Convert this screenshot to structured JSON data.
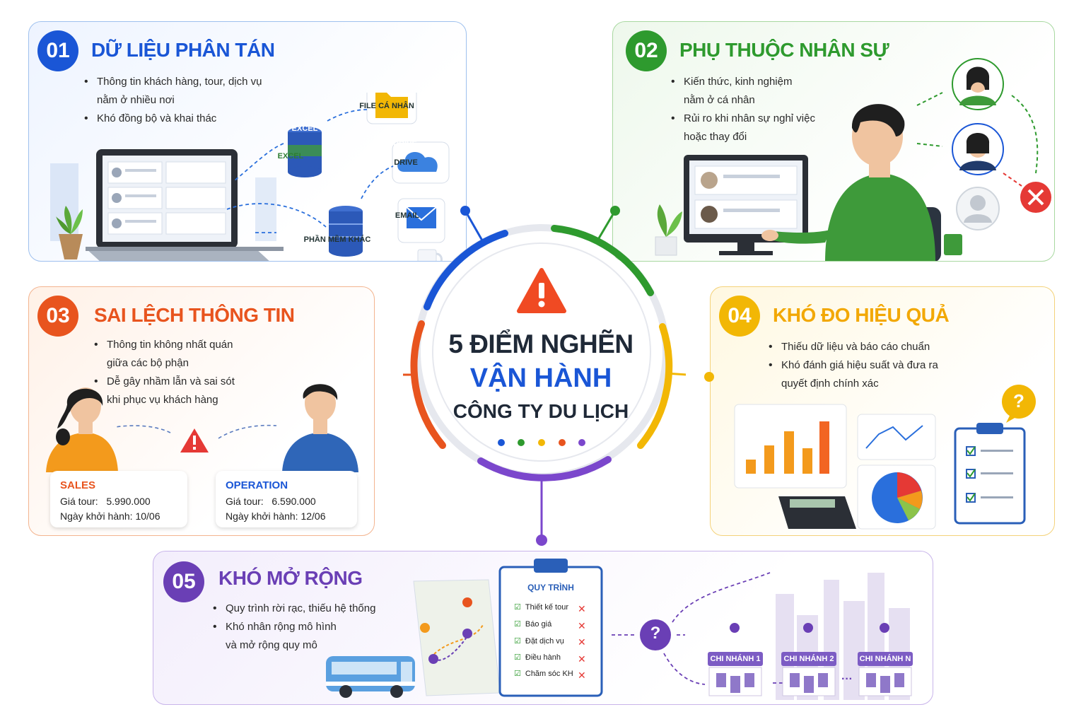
{
  "center": {
    "line1": "5 ĐIỂM NGHẼN",
    "line2": "VẬN HÀNH",
    "line3": "CÔNG TY DU LỊCH"
  },
  "panels": [
    {
      "number": "01",
      "title": "DỮ LIỆU PHÂN TÁN",
      "color": "#1a56d6",
      "bullets": [
        "Thông tin khách hàng, tour, dịch vụ",
        "nằm ở nhiều nơi",
        "Khó đồng bộ và khai thác"
      ],
      "sources": {
        "excel": "EXCEL",
        "excel_caption": "EXCEL",
        "file": "FILE CÁ NHÂN",
        "drive": "DRIVE",
        "drive_caption": "DRIVE",
        "email": "EMAIL",
        "other": "PHẦN MỀM KHÁC"
      }
    },
    {
      "number": "02",
      "title": "PHỤ THUỘC NHÂN SỰ",
      "color": "#2e9a2e",
      "bullets": [
        "Kiến thức, kinh nghiệm",
        "nằm ở cá nhân",
        "Rủi ro khi nhân sự nghỉ việc",
        "hoặc thay đổi"
      ]
    },
    {
      "number": "03",
      "title": "SAI LỆCH THÔNG TIN",
      "color": "#e8541e",
      "bullets": [
        "Thông tin không nhất quán",
        "giữa các bộ phận",
        "Dễ gây nhầm lẫn và sai sót",
        "khi phục vụ khách hàng"
      ],
      "sales": {
        "title": "SALES",
        "price_label": "Giá tour:",
        "price": "5.990.000",
        "date_label": "Ngày khởi hành:",
        "date": "10/06"
      },
      "operation": {
        "title": "OPERATION",
        "price_label": "Giá tour:",
        "price": "6.590.000",
        "date_label": "Ngày khởi hành:",
        "date": "12/06"
      }
    },
    {
      "number": "04",
      "title": "KHÓ ĐO HIỆU QUẢ",
      "color": "#f2b705",
      "bullets": [
        "Thiếu dữ liệu và báo cáo chuẩn",
        "Khó đánh giá hiệu suất và đưa ra",
        "quyết định chính xác"
      ],
      "question": "?"
    },
    {
      "number": "05",
      "title": "KHÓ MỞ RỘNG",
      "color": "#6a3fb5",
      "bullets": [
        "Quy trình rời rạc, thiếu hệ thống",
        "Khó nhân rộng mô hình",
        "và mở rộng quy mô"
      ],
      "process": {
        "title": "QUY TRÌNH",
        "steps": [
          "Thiết kế tour",
          "Báo giá",
          "Đặt dịch vụ",
          "Điều hành",
          "Chăm sóc KH"
        ]
      },
      "question": "?",
      "branches": [
        "CHI NHÁNH 1",
        "CHI NHÁNH 2",
        "CHI NHÁNH N"
      ],
      "ellipsis": "···"
    }
  ],
  "warning_icon": "warning-triangle-icon",
  "warning_mark": "!",
  "dots": [
    "#1a56d6",
    "#2e9a2e",
    "#f2b705",
    "#e8541e",
    "#6a3fb5"
  ]
}
